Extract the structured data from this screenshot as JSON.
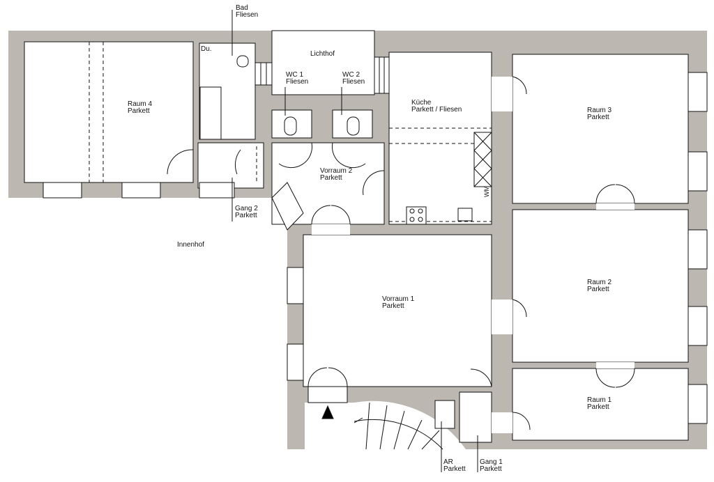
{
  "colors": {
    "wall": "#bcb8b1",
    "room": "#ffffff",
    "line": "#111111"
  },
  "labels": {
    "bad": {
      "name": "Bad",
      "floor": "Fliesen"
    },
    "du": {
      "name": "Du."
    },
    "lichthof": {
      "name": "Lichthof"
    },
    "wc1": {
      "name": "WC 1",
      "floor": "Fliesen"
    },
    "wc2": {
      "name": "WC 2",
      "floor": "Fliesen"
    },
    "kueche": {
      "name": "Küche",
      "floor": "Parkett / Fliesen"
    },
    "raum4": {
      "name": "Raum 4",
      "floor": "Parkett"
    },
    "raum3": {
      "name": "Raum 3",
      "floor": "Parkett"
    },
    "raum2": {
      "name": "Raum 2",
      "floor": "Parkett"
    },
    "raum1": {
      "name": "Raum 1",
      "floor": "Parkett"
    },
    "vorraum2": {
      "name": "Vorraum 2",
      "floor": "Parkett"
    },
    "vorraum1": {
      "name": "Vorraum 1",
      "floor": "Parkett"
    },
    "gang2": {
      "name": "Gang 2",
      "floor": "Parkett"
    },
    "gang1": {
      "name": "Gang 1",
      "floor": "Parkett"
    },
    "ar": {
      "name": "AR",
      "floor": "Parkett"
    },
    "innenhof": {
      "name": "Innenhof"
    },
    "wm": {
      "name": "WM"
    }
  }
}
